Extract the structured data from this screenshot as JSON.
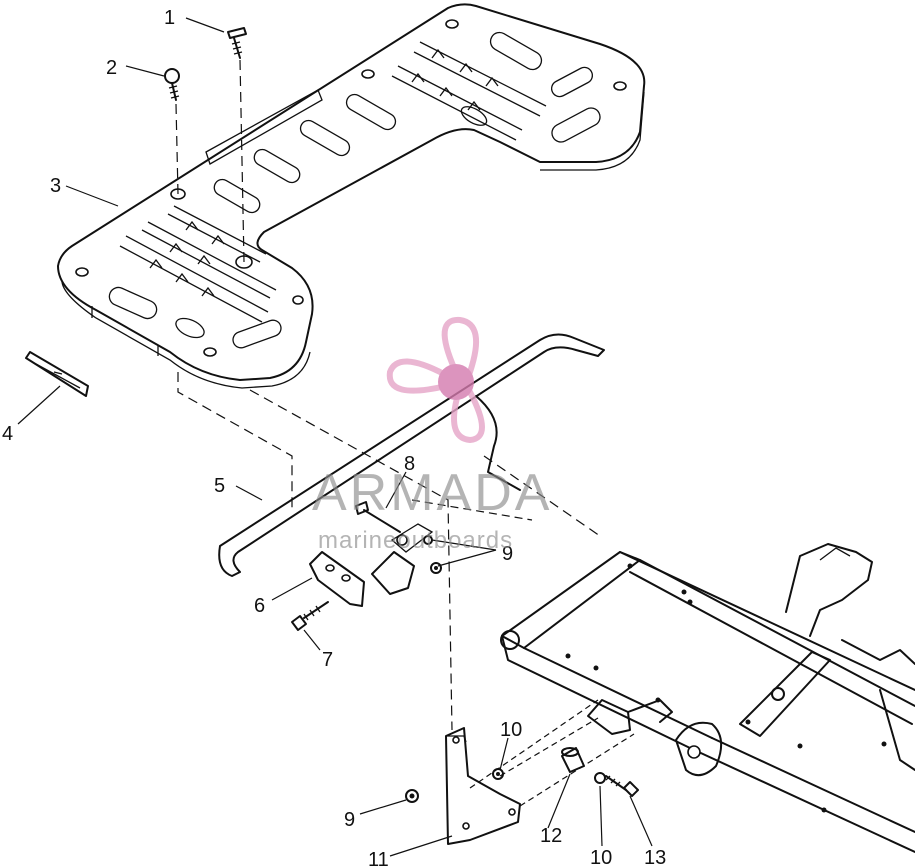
{
  "callouts": [
    {
      "id": "c1",
      "label": "1"
    },
    {
      "id": "c2",
      "label": "2"
    },
    {
      "id": "c3",
      "label": "3"
    },
    {
      "id": "c4",
      "label": "4"
    },
    {
      "id": "c5",
      "label": "5"
    },
    {
      "id": "c6",
      "label": "6"
    },
    {
      "id": "c7",
      "label": "7"
    },
    {
      "id": "c8",
      "label": "8"
    },
    {
      "id": "c9a",
      "label": "9"
    },
    {
      "id": "c9b",
      "label": "9"
    },
    {
      "id": "c10a",
      "label": "10"
    },
    {
      "id": "c10b",
      "label": "10"
    },
    {
      "id": "c11",
      "label": "11"
    },
    {
      "id": "c12",
      "label": "12"
    },
    {
      "id": "c13",
      "label": "13"
    }
  ],
  "watermark": {
    "brand": "ARMADA",
    "tagline": "marineoutboards",
    "colors": {
      "logo": "#e6a4c8",
      "logo_center": "#d47aae",
      "text": "#8c8c8c"
    }
  }
}
